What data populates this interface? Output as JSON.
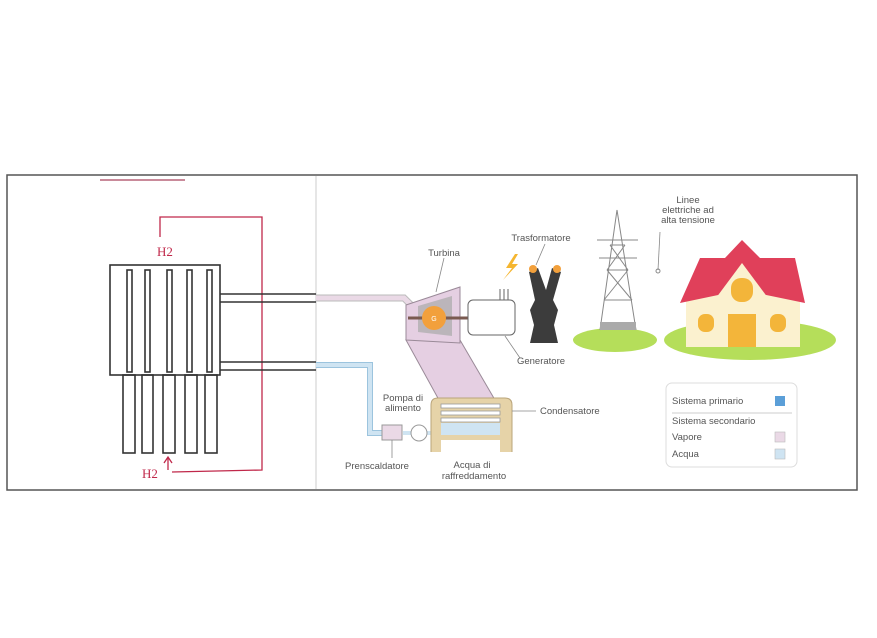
{
  "left_sketch": {
    "hydrogen_top": "H2",
    "hydrogen_bottom": "H2"
  },
  "plant": {
    "turbine": "Turbina",
    "turbine_rotor": "G",
    "transformer": "Trasformatore",
    "power_lines": [
      "Linee",
      "elettriche ad",
      "alta tensione"
    ],
    "generator": "Generatore",
    "feed_pump": [
      "Pompa di",
      "alimento"
    ],
    "condenser": "Condensatore",
    "preheater": "Prenscaldatore",
    "cooling_water": [
      "Acqua di",
      "raffreddamento"
    ]
  },
  "legend": {
    "primary": "Sistema primario",
    "secondary": "Sistema secondario",
    "steam": "Vapore",
    "water": "Acqua"
  },
  "colors": {
    "primary": "#5b9fd8",
    "steam": "#ead9e6",
    "water": "#cfe4f2",
    "wire": "#c0284a",
    "condenser": "#e6d3a8",
    "roof": "#e0405a",
    "grass": "#b5de5a"
  }
}
